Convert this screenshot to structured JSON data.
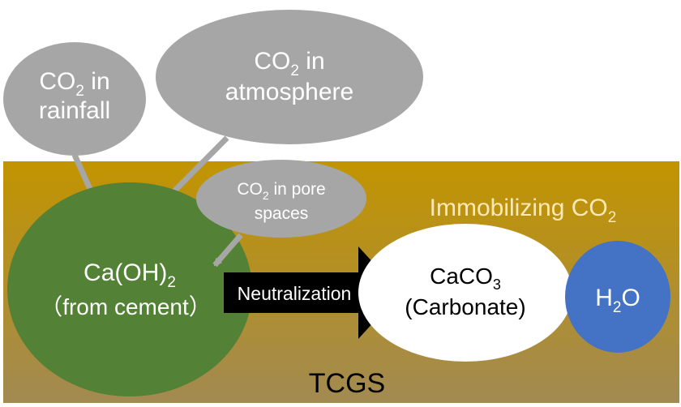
{
  "bubbles": {
    "rainfall": {
      "line1_main": "CO",
      "line1_sub": "2",
      "line1_tail": " in",
      "line2": "rainfall"
    },
    "atmosphere": {
      "line1_main": "CO",
      "line1_sub": "2",
      "line1_tail": " in",
      "line2": "atmosphere"
    },
    "pore": {
      "line1_main": "CO",
      "line1_sub": "2",
      "line1_tail": " in pore",
      "line2": "spaces"
    }
  },
  "immobilizing": {
    "main": "Immobilizing CO",
    "sub": "2"
  },
  "cement": {
    "line1_main": "Ca(OH)",
    "line1_sub": "2",
    "line2": "（from cement）"
  },
  "arrow_label": "Neutralization",
  "carbonate": {
    "line1_main": "CaCO",
    "line1_sub": "3",
    "line2": "(Carbonate)"
  },
  "water": {
    "pre": "H",
    "sub": "2",
    "post": "O"
  },
  "ground_label": "TCGS",
  "colors": {
    "ground_top": "#c29400",
    "ground_bottom": "#a28a52",
    "bubble_gray": "#a6a6a6",
    "cement_green": "#538135",
    "water_blue": "#4472c4",
    "immobilizing_text": "#fde9b5",
    "arrow_black": "#000000"
  }
}
